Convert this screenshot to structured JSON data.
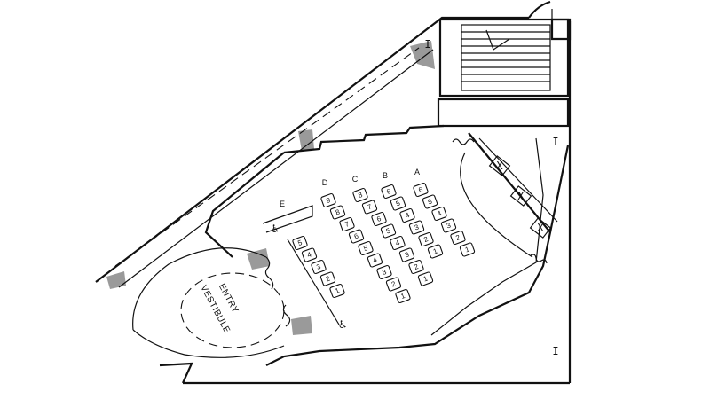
{
  "vestibule": {
    "line1": "ENTRY",
    "line2": "VESTIBULE"
  },
  "rows": [
    {
      "label": "A",
      "seats": [
        "6",
        "5",
        "4",
        "3",
        "2",
        "1"
      ]
    },
    {
      "label": "B",
      "seats": [
        "6",
        "5",
        "4",
        "3",
        "2",
        "1"
      ]
    },
    {
      "label": "C",
      "seats": [
        "8",
        "7",
        "6",
        "5",
        "4",
        "3",
        "2",
        "1"
      ]
    },
    {
      "label": "D",
      "seats": [
        "9",
        "8",
        "7",
        "6",
        "5",
        "4",
        "3",
        "2",
        "1"
      ]
    },
    {
      "label": "E",
      "seats": [
        "5",
        "4",
        "3",
        "2",
        "1"
      ]
    }
  ],
  "icons": {
    "accessible": "wheelchair-symbol",
    "section_mark": "I",
    "stage_mark": "X"
  }
}
